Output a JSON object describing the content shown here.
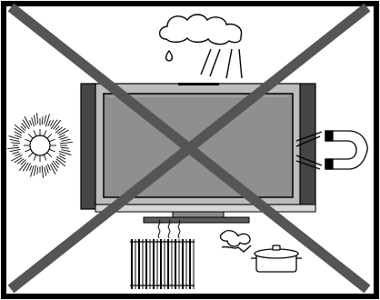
{
  "figure": {
    "frame_color": "#000000",
    "cross_color": "#555555",
    "tv": {
      "screen_color": "#8f8f8f",
      "bezel_color": "#bcbcbc",
      "speaker_color": "#454545"
    },
    "hazards": [
      {
        "name": "rain-cloud",
        "icon": "rain-cloud-icon"
      },
      {
        "name": "sun",
        "icon": "sun-icon"
      },
      {
        "name": "magnet",
        "icon": "magnet-icon"
      },
      {
        "name": "radiator",
        "icon": "radiator-icon"
      },
      {
        "name": "steam-pot",
        "icon": "steam-pot-icon"
      }
    ]
  }
}
